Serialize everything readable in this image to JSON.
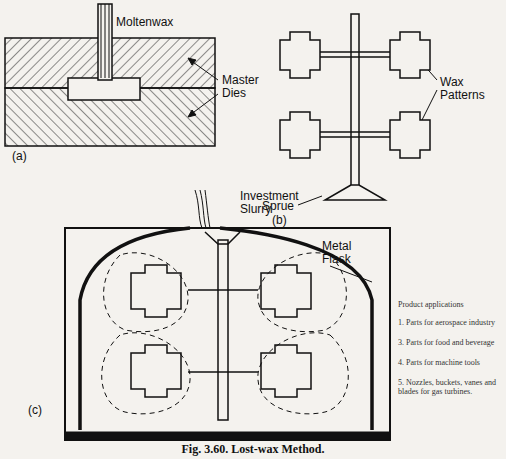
{
  "diagram": {
    "caption": "Fig. 3.60. Lost-wax Method.",
    "labels": [
      "Moltenwax",
      "Master Dies",
      "(a)",
      "Wax Patterns",
      "Sprue",
      "(b)",
      "Investment Slurry",
      "Metal Flask",
      "(c)",
      "Product applications",
      "1. Parts for aerospace industry",
      "3. Parts for food and beverage",
      "4. Parts for machine tools",
      "5. Nozzles, buckets, vanes and blades for gas turbines."
    ]
  }
}
